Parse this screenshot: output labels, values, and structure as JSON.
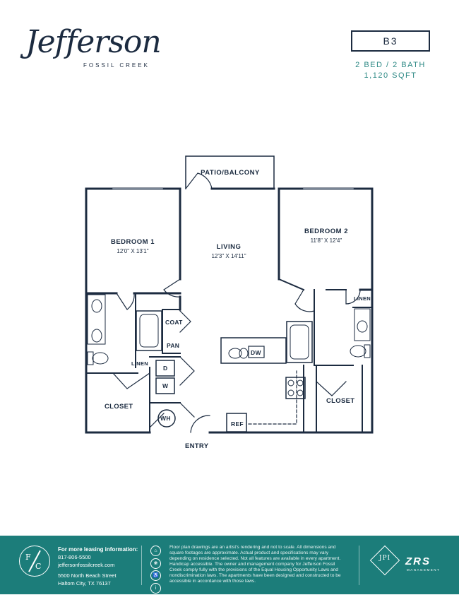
{
  "brand": {
    "name": "Jefferson",
    "subname": "FOSSIL CREEK"
  },
  "unit": {
    "code": "B3",
    "beds_baths": "2 BED / 2 BATH",
    "sqft": "1,120 SQFT"
  },
  "rooms": {
    "patio": "PATIO/BALCONY",
    "living": {
      "name": "LIVING",
      "dims": "12'3\" X 14'11\""
    },
    "bedroom1": {
      "name": "BEDROOM 1",
      "dims": "12'0\" X 13'1\""
    },
    "bedroom2": {
      "name": "BEDROOM 2",
      "dims": "11'8\" X 12'4\""
    },
    "closet1": "CLOSET",
    "closet2": "CLOSET",
    "coat": "COAT",
    "pan": "PAN",
    "linen1": "LINEN",
    "linen2": "LINEN",
    "dw": "DW",
    "ref": "REF",
    "wh": "WH",
    "d": "D",
    "w": "W",
    "entry": "ENTRY"
  },
  "footer": {
    "seal_f": "F",
    "seal_c": "C",
    "contact_heading": "For more leasing information:",
    "phone": "817-806-5500",
    "website": "jeffersonfossilcreek.com",
    "address1": "5500 North Beach Street",
    "address2": "Haltom City, TX 76137",
    "disclaimer": "Floor plan drawings are an artist's rendering and not to scale. All dimensions and square footages are approximate. Actual product and specifications may vary depending on residence selected. Not all features are available in every apartment. Handicap accessible. The owner and management company for Jefferson Fossil Creek comply fully with the provisions of the Equal Housing Opportunity Laws and nondiscrimination laws. The apartments have been designed and constructed to be accessible in accordance with those laws.",
    "ipi_mark": "JPI",
    "zrs_mark": "ZRS",
    "zrs_sub": "MANAGEMENT"
  },
  "colors": {
    "navy": "#1c2b40",
    "teal": "#1c7d7a",
    "teal_text": "#2f8a86"
  }
}
